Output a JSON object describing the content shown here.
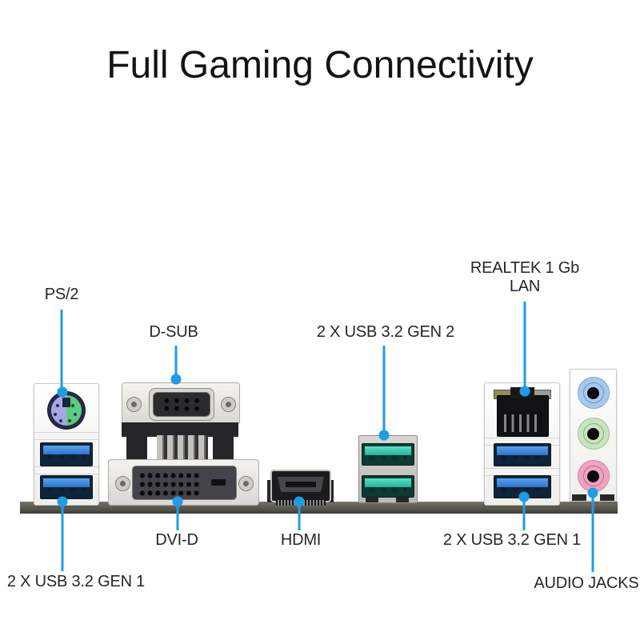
{
  "title": "Full Gaming Connectivity",
  "labels": {
    "ps2": "PS/2",
    "dsub": "D-SUB",
    "usb_gen2": "2 X USB 3.2 GEN 2",
    "lan_line1": "REALTEK 1 Gb",
    "lan_line2": "LAN",
    "dvid": "DVI-D",
    "hdmi": "HDMI",
    "usb_gen1_left": "2 X USB 3.2 GEN 1",
    "usb_gen1_right": "2 X USB 3.2 GEN 1",
    "audio_jacks": "AUDIO JACKS"
  },
  "ports": [
    {
      "name": "ps2-combo-port",
      "label": "PS/2"
    },
    {
      "name": "usb-3-2-gen1-ports-left",
      "label": "2 X USB 3.2 GEN 1",
      "count": 2
    },
    {
      "name": "d-sub-vga-port",
      "label": "D-SUB"
    },
    {
      "name": "dvi-d-port",
      "label": "DVI-D"
    },
    {
      "name": "hdmi-port",
      "label": "HDMI"
    },
    {
      "name": "usb-3-2-gen2-ports",
      "label": "2 X USB 3.2 GEN 2",
      "count": 2
    },
    {
      "name": "realtek-lan-port",
      "label": "REALTEK 1 Gb LAN"
    },
    {
      "name": "usb-3-2-gen1-ports-right",
      "label": "2 X USB 3.2 GEN 1",
      "count": 2
    },
    {
      "name": "audio-jacks",
      "label": "AUDIO JACKS",
      "jacks": [
        "line-in-blue",
        "line-out-green",
        "mic-pink"
      ]
    }
  ],
  "colors": {
    "callout_blue": "#1e9ce6",
    "usb3_gen1_blue": "#2d74c8",
    "usb3_gen2_teal": "#27ae96",
    "ps2_keyboard_purple": "#a9a7e2",
    "ps2_mouse_green": "#5bcd7e",
    "audio_line_in": "#a6c9f0",
    "audio_line_out": "#c8e6bd",
    "audio_mic": "#f0a2c0",
    "board_edge": "#55544a",
    "title_text": "#141414"
  }
}
